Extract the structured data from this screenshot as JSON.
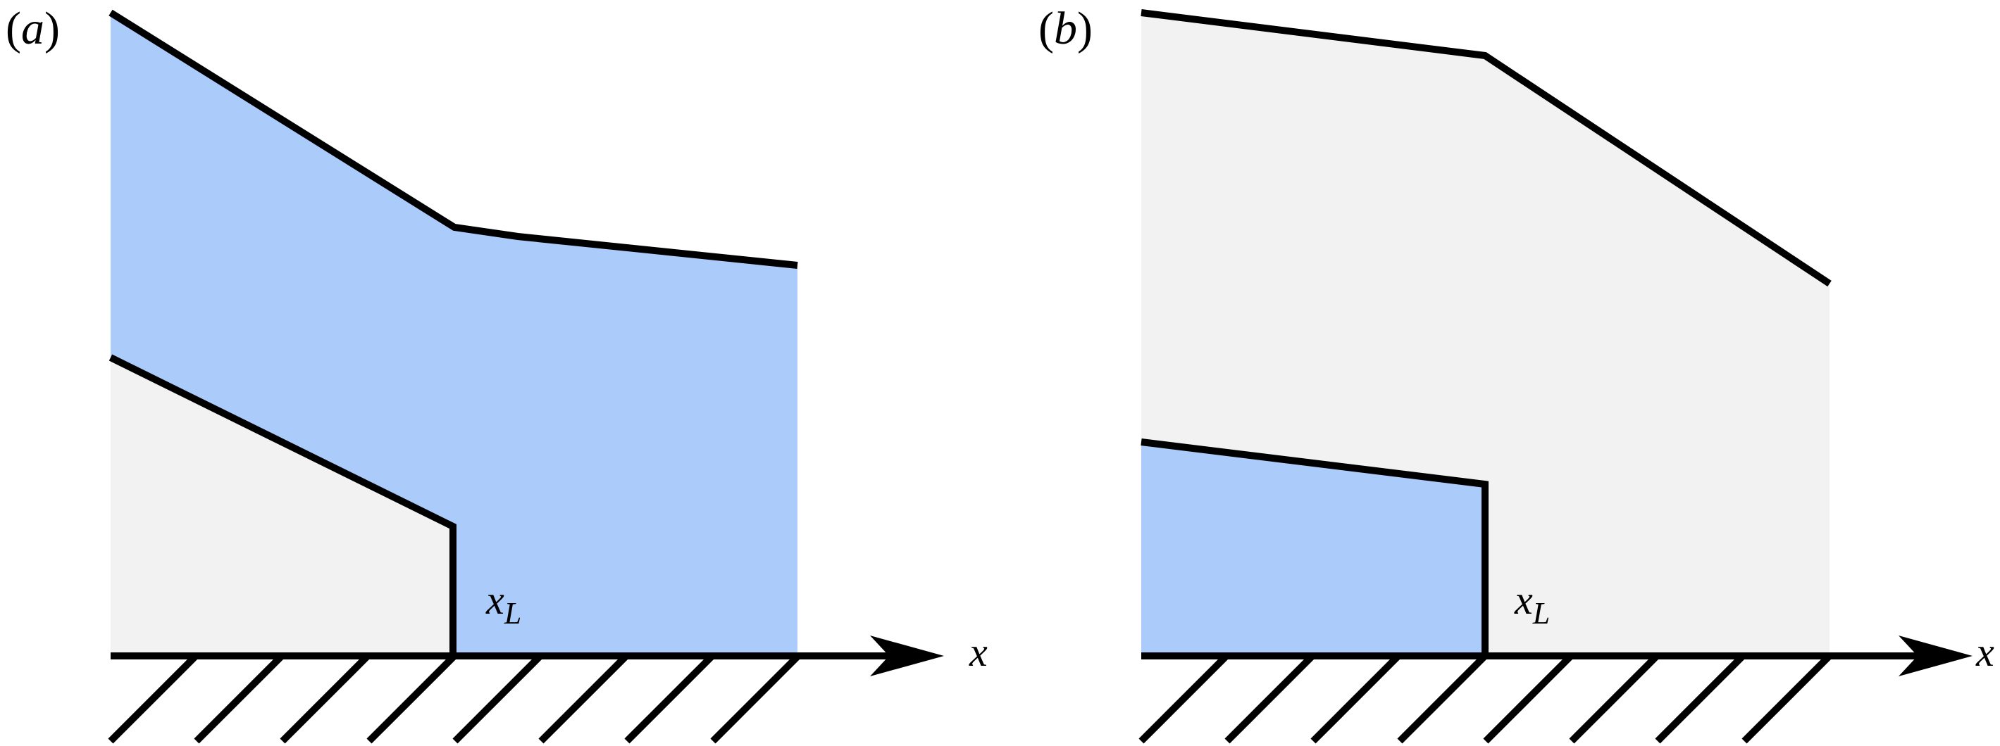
{
  "colors": {
    "blue_fill": "#abcbfb",
    "grey_fill": "#f2f2f2",
    "stroke": "#000000"
  },
  "panel_a": {
    "open_paren": "(",
    "letter": "a",
    "close_paren": ")",
    "interface_label_base": "x",
    "interface_label_sub": "L",
    "axis_label": "x"
  },
  "panel_b": {
    "open_paren": "(",
    "letter": "b",
    "close_paren": ")",
    "interface_label_base": "x",
    "interface_label_sub": "L",
    "axis_label": "x"
  }
}
